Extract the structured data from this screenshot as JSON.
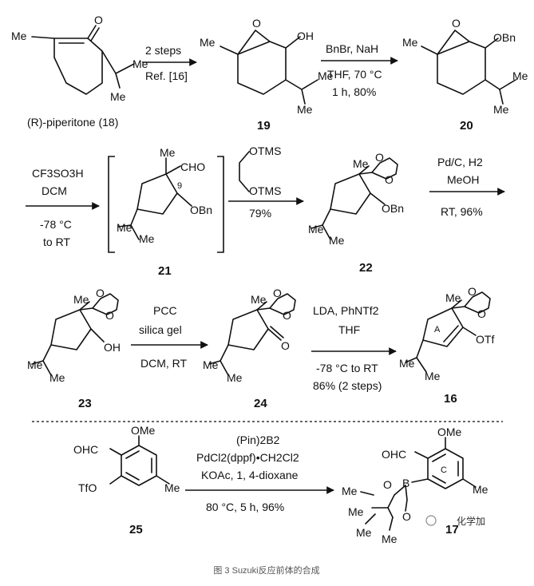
{
  "caption": "图 3 Suzuki反应前体的合成",
  "watermark": "化学加",
  "labels": {
    "me": "Me",
    "o": "O",
    "b": "B",
    "oh": "OH",
    "obn": "OBn",
    "otf": "OTf",
    "tfo": "TfO",
    "cho": "CHO",
    "ohc": "OHC",
    "ome": "OMe",
    "otms": "OTMS",
    "c9": "9",
    "ringA": "A",
    "ringC": "C"
  },
  "compounds": {
    "piperitone": "(R)-piperitone (18)",
    "c19": "19",
    "c20": "20",
    "c21": "21",
    "c22": "22",
    "c23": "23",
    "c24": "24",
    "c16": "16",
    "c25": "25",
    "c17": "17"
  },
  "steps": {
    "s1_top": "2 steps",
    "s1_bottom": "Ref. [16]",
    "s2_top": "BnBr, NaH",
    "s2_b1": "THF, 70 °C",
    "s2_b2": "1 h, 80%",
    "s3_l1": "CF3SO3H",
    "s3_l2": "DCM",
    "s3_l3": "-78 °C",
    "s3_l4": "to RT",
    "s4_bottom": "79%",
    "s5_t1": "Pd/C, H2",
    "s5_t2": "MeOH",
    "s5_b1": "RT, 96%",
    "s6_t1": "PCC",
    "s6_t2": "silica gel",
    "s6_b1": "DCM, RT",
    "s7_t1": "LDA, PhNTf2",
    "s7_t2": "THF",
    "s7_b1": "-78 °C to RT",
    "s7_b2": "86% (2 steps)",
    "s8_t1": "(Pin)2B2",
    "s8_t2": "PdCl2(dppf)•CH2Cl2",
    "s8_t3": "KOAc, 1, 4-dioxane",
    "s8_b1": "80 °C, 5 h, 96%"
  }
}
